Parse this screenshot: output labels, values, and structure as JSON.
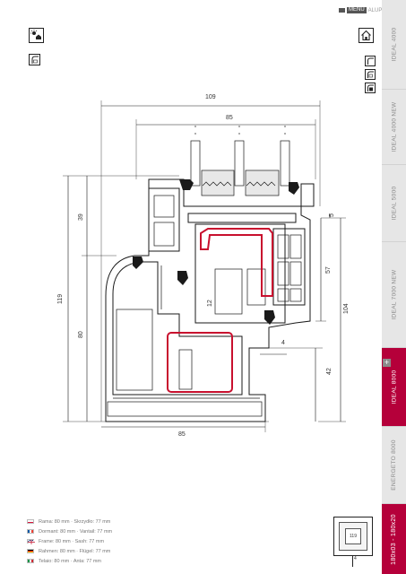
{
  "header": {
    "menu_label": "MENU",
    "menu_sub": "ALUPLAST"
  },
  "left_icons": [
    "sun-house-icon",
    "half-insulation-icon"
  ],
  "right_icons": [
    "home-icon",
    "window-type-1-icon",
    "window-type-2-icon",
    "window-type-3-icon"
  ],
  "sidebar": {
    "tabs": [
      {
        "label": "IDEAL 4000"
      },
      {
        "label": "IDEAL 4000 NEW"
      },
      {
        "label": "IDEAL 5000"
      },
      {
        "label": "IDEAL 7000 NEW"
      },
      {
        "label": "IDEAL 8000",
        "active": true
      },
      {
        "label": "ENERGETO 8000"
      },
      {
        "label": "180x03 - 180x20",
        "highlight": true
      }
    ],
    "plus_label": "+"
  },
  "drawing": {
    "dimensions": {
      "top_width": "109",
      "inner_width": "85",
      "bottom_width": "85",
      "height_upper": "39",
      "height_total": "119",
      "height_lower": "80",
      "gasket": "5",
      "sash_height": "57",
      "sash_total": "104",
      "overlap": "12",
      "rebate": "4",
      "sash_low": "42"
    }
  },
  "legend": [
    {
      "text": "Rama: 80 mm · Skrzydło: 77 mm",
      "flag": [
        "#ffffff",
        "#dc143c"
      ]
    },
    {
      "text": "Dormant: 80 mm · Vantail: 77 mm",
      "flag": [
        "#0055a4",
        "#ffffff",
        "#ef4135"
      ]
    },
    {
      "text": "Frame: 80 mm · Sash: 77 mm",
      "flag": [
        "#012169",
        "#c8102e",
        "#ffffff"
      ]
    },
    {
      "text": "Rahmen: 80 mm · Flügel: 77 mm",
      "flag": [
        "#000000",
        "#dd0000",
        "#ffce00"
      ]
    },
    {
      "text": "Telaio: 80 mm · Anta: 77 mm",
      "flag": [
        "#009246",
        "#ffffff",
        "#ce2b37"
      ]
    }
  ],
  "thumbnail": {
    "label": "119",
    "scale_label": "4"
  },
  "colors": {
    "accent": "#b5003a",
    "steel_outline": "#c8102e",
    "profile_fill": "#ffffff",
    "line": "#1a1a1a"
  }
}
